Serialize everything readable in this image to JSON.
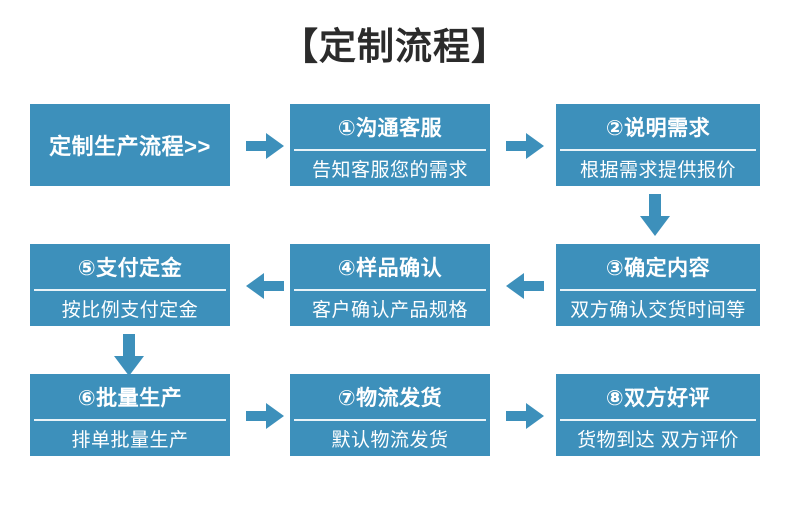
{
  "page": {
    "title": "【定制流程】",
    "background_color": "#ffffff",
    "accent_color": "#3d90bb",
    "title_color": "#2b2b2b",
    "divider_color": "#e9f3f8",
    "text_color": "#ffffff"
  },
  "flow": {
    "steps": [
      {
        "id": "start",
        "header": "定制生产流程>>",
        "body": "",
        "single_line": true
      },
      {
        "id": "step-1",
        "header": "①沟通客服",
        "body": "告知客服您的需求",
        "single_line": false
      },
      {
        "id": "step-2",
        "header": "②说明需求",
        "body": "根据需求提供报价",
        "single_line": false
      },
      {
        "id": "step-5",
        "header": "⑤支付定金",
        "body": "按比例支付定金",
        "single_line": false
      },
      {
        "id": "step-4",
        "header": "④样品确认",
        "body": "客户确认产品规格",
        "single_line": false
      },
      {
        "id": "step-3",
        "header": "③确定内容",
        "body": "双方确认交货时间等",
        "single_line": false
      },
      {
        "id": "step-6",
        "header": "⑥批量生产",
        "body": "排单批量生产",
        "single_line": false
      },
      {
        "id": "step-7",
        "header": "⑦物流发货",
        "body": "默认物流发货",
        "single_line": false
      },
      {
        "id": "step-8",
        "header": "⑧双方好评",
        "body": "货物到达 双方评价",
        "single_line": false
      }
    ],
    "connectors": [
      {
        "id": "connector-start-to-1",
        "direction": "right"
      },
      {
        "id": "connector-1-to-2",
        "direction": "right"
      },
      {
        "id": "connector-2-to-3",
        "direction": "down"
      },
      {
        "id": "connector-3-to-4",
        "direction": "left"
      },
      {
        "id": "connector-4-to-5",
        "direction": "left"
      },
      {
        "id": "connector-5-to-6",
        "direction": "down"
      },
      {
        "id": "connector-6-to-7",
        "direction": "right"
      },
      {
        "id": "connector-7-to-8",
        "direction": "right"
      }
    ]
  }
}
